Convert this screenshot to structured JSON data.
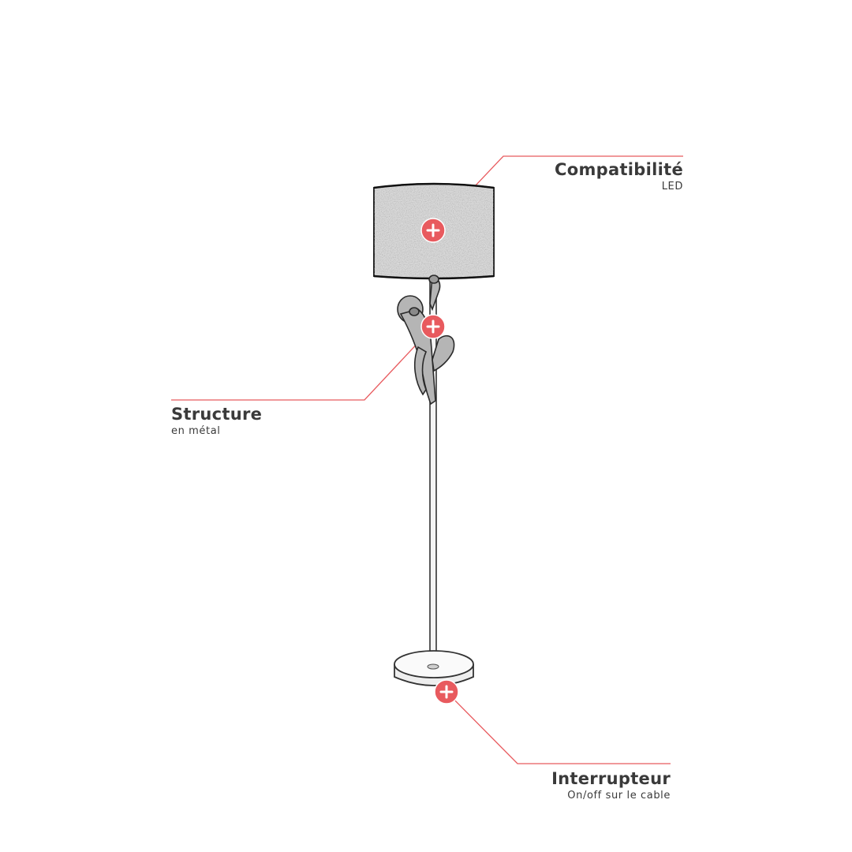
{
  "accent_color": "#e85a5e",
  "hotspots": [
    {
      "id": "compatibilite",
      "title": "Compatibilité",
      "subtitle": "LED",
      "icon": "plus-icon"
    },
    {
      "id": "structure",
      "title": "Structure",
      "subtitle": "en métal",
      "icon": "plus-icon"
    },
    {
      "id": "interrupteur",
      "title": "Interrupteur",
      "subtitle": "On/off sur le cable",
      "icon": "plus-icon"
    }
  ]
}
